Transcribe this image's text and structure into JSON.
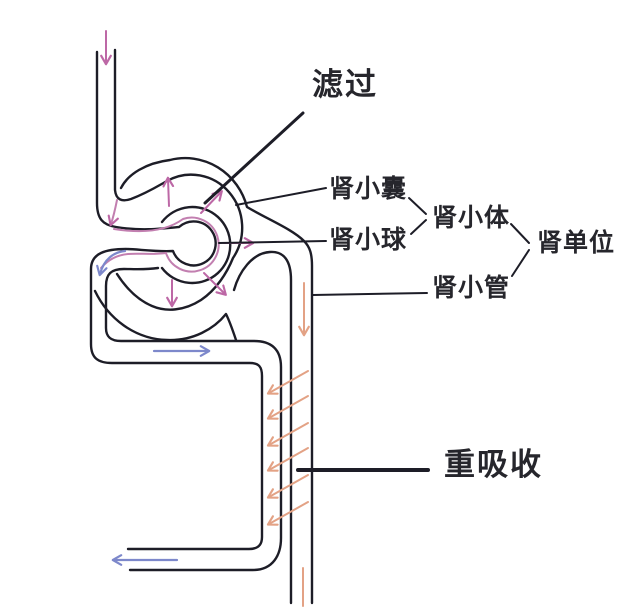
{
  "figure": {
    "description_labels": {
      "filtration": "滤过",
      "renal_capsule": "肾小囊",
      "glomerulus": "肾小球",
      "renal_corpuscle": "肾小体",
      "nephron": "肾单位",
      "renal_tubule": "肾小管",
      "reabsorption": "重吸收"
    },
    "colors": {
      "outline": "#1d1d27",
      "filtration_arrow": "#bd68a6",
      "flow_line": "#c27fb0",
      "blood_flow_arrow": "#7d88cb",
      "reabsorption_arrow": "#e3a285",
      "background": "#ffffff",
      "text": "#26262c"
    }
  }
}
